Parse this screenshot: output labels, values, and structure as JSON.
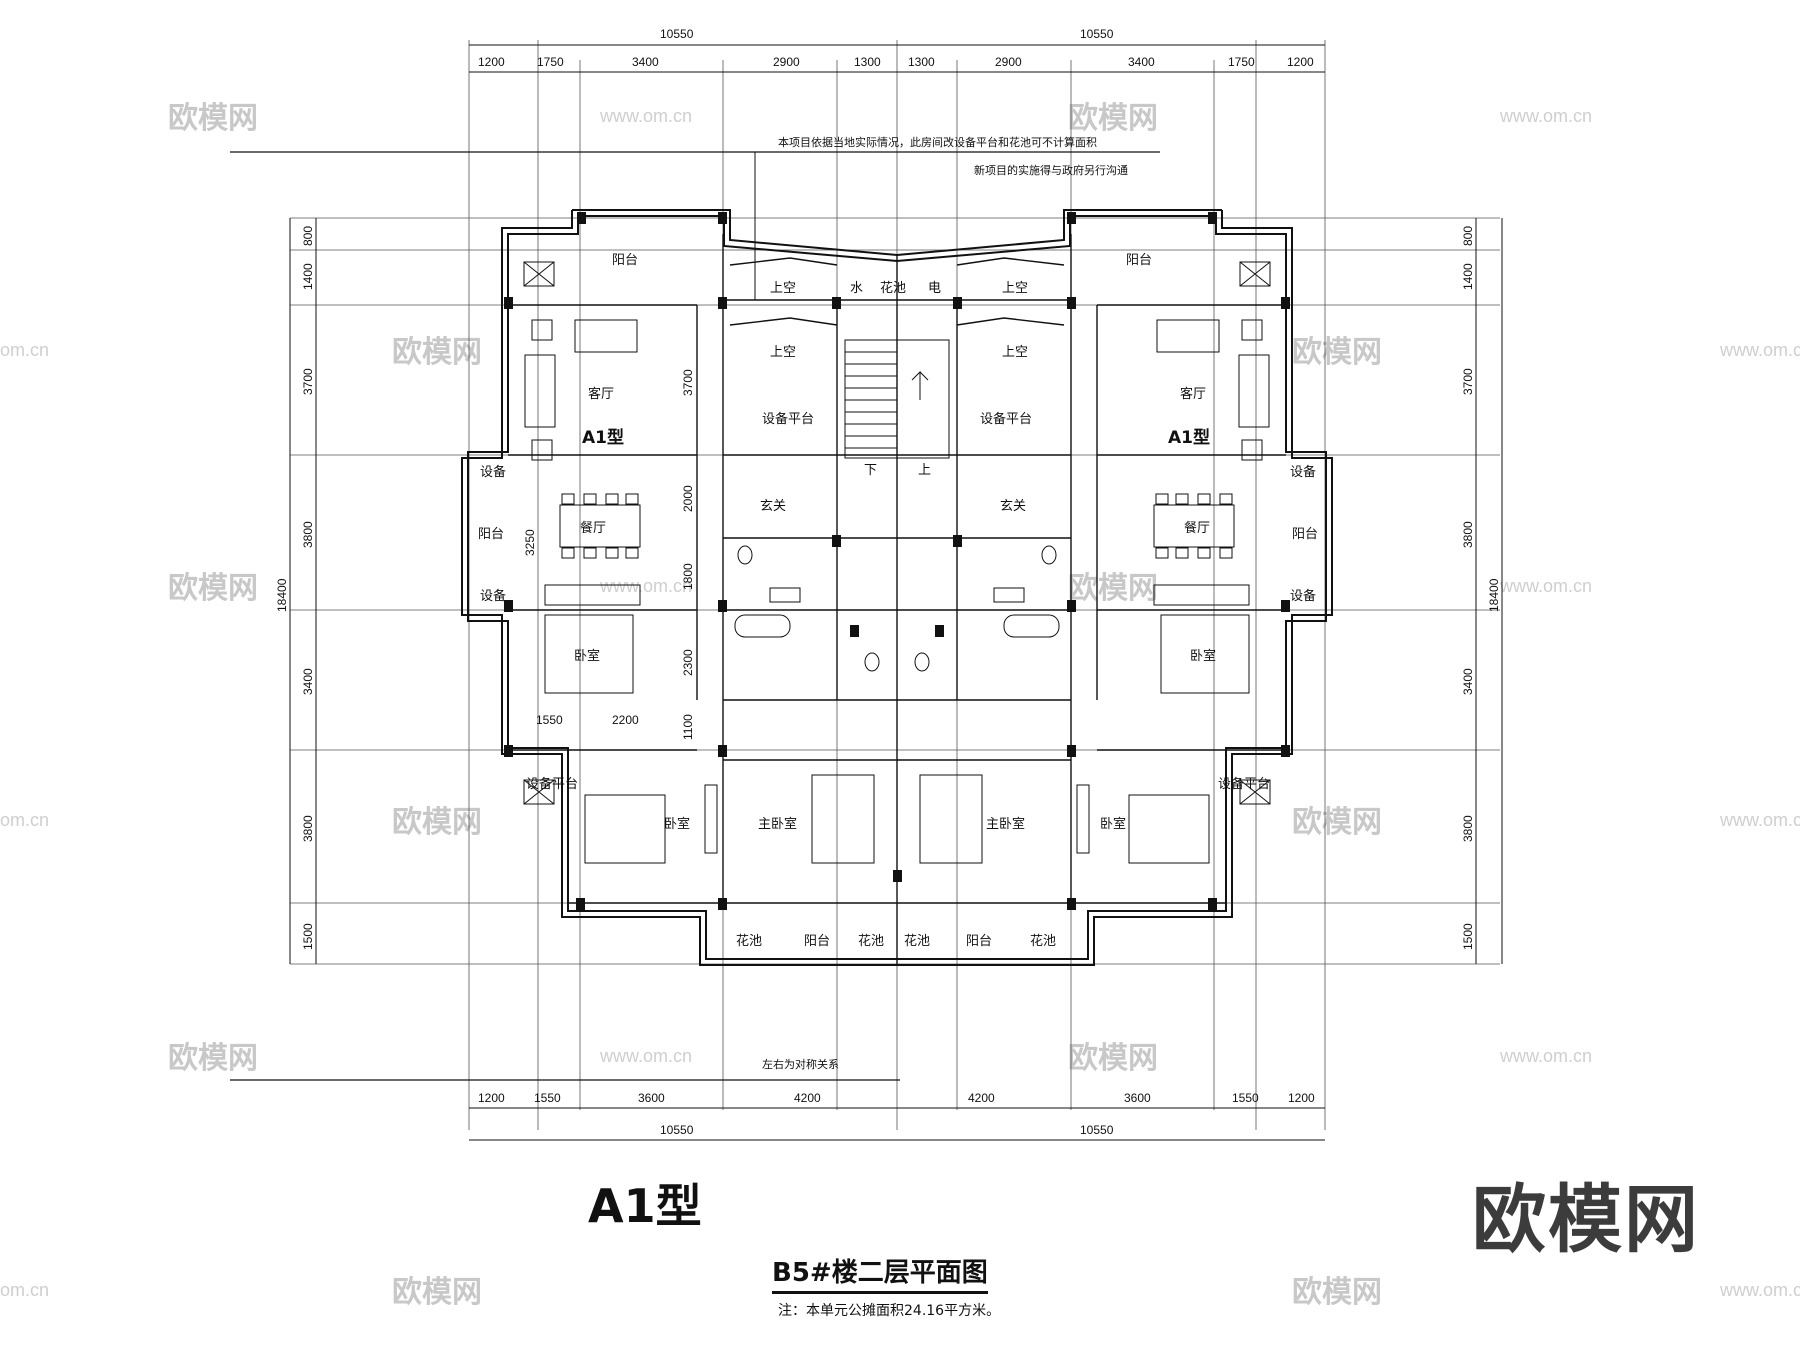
{
  "dimensions": {
    "top_total": [
      "10550",
      "10550"
    ],
    "top_segments": [
      "1200",
      "1750",
      "3400",
      "2900",
      "1300",
      "1300",
      "2900",
      "3400",
      "1750",
      "1200"
    ],
    "bottom_segments": [
      "1200",
      "1550",
      "3600",
      "4200",
      "4200",
      "3600",
      "1550",
      "1200"
    ],
    "bottom_total": [
      "10550",
      "10550"
    ],
    "left_segments": [
      "800",
      "1400",
      "3700",
      "3800",
      "3400",
      "3800",
      "1500"
    ],
    "left_total": "18400",
    "right_segments": [
      "800",
      "1400",
      "3700",
      "3800",
      "3400",
      "3800",
      "1500"
    ],
    "right_total": "18400",
    "inner": [
      "3700",
      "2000",
      "1800",
      "2300",
      "1100",
      "3250",
      "1550",
      "2200"
    ]
  },
  "notes": {
    "top_note_1": "本项目依据当地实际情况，此房间改设备平台和花池可不计算面积",
    "top_note_2": "新项目的实施得与政府另行沟通",
    "symmetry": "左右为对称关系"
  },
  "rooms": {
    "balcony": "阳台",
    "void": "上空",
    "water": "水",
    "planter": "花池",
    "elec": "电",
    "living": "客厅",
    "type_badge": "A1型",
    "equipment_platform": "设备平台",
    "equipment": "设备",
    "foyer": "玄关",
    "dining": "餐厅",
    "bedroom": "卧室",
    "master": "主卧室",
    "down": "下",
    "up": "上"
  },
  "title": {
    "type": "A1型",
    "plan": "B5#楼二层平面图",
    "note": "注：本单元公摊面积24.16平方米。"
  },
  "watermark": {
    "brand": "欧模网",
    "url": "www.om.cn",
    "url_short": "om.cn"
  },
  "colors": {
    "line": "#111111",
    "watermark": "#c8c8c8",
    "brand": "#3c3c3c"
  }
}
